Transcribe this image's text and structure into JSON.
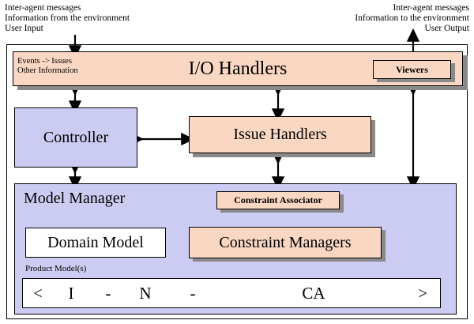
{
  "annotations": {
    "top_left": [
      "Inter-agent messages",
      "Information from the environment",
      "User Input"
    ],
    "top_right": [
      "Inter-agent messages",
      "Information to the environment",
      "User Output"
    ]
  },
  "boxes": {
    "io_handlers": {
      "title": "I/O Handlers",
      "inner_note_line1": "Events -> Issues",
      "inner_note_line2": "Other Information",
      "viewers": "Viewers"
    },
    "controller": "Controller",
    "issue_handlers": "Issue Handlers",
    "model_manager": {
      "title": "Model Manager",
      "constraint_associator": "Constraint Associator",
      "domain_model": "Domain Model",
      "constraint_managers": "Constraint Managers",
      "product_model_label": "Product Model(s)",
      "strip": [
        "<",
        "I",
        "-",
        "N",
        "-",
        "CA",
        ">"
      ]
    }
  },
  "colors": {
    "pink_fill": "#fad7c3",
    "blue_fill": "#ccccf2",
    "white_fill": "#ffffff",
    "shadow": "#8a8a8a",
    "stroke": "#000000"
  }
}
